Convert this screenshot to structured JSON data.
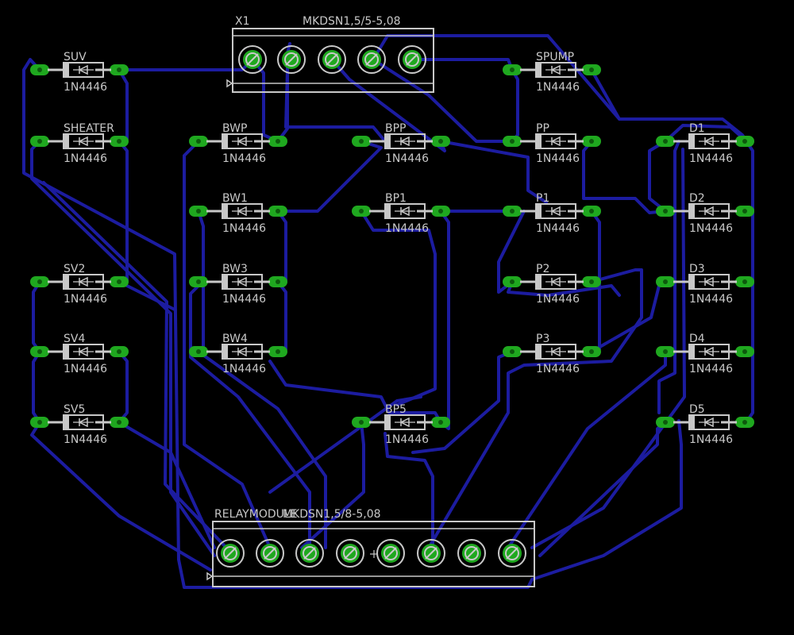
{
  "colors": {
    "background": "#000000",
    "trace": "#1c1ca0",
    "pad": "#1fa81f",
    "silk": "#c8c8c8"
  },
  "connectors": {
    "x1": {
      "name": "X1",
      "part": "MKDSN1,5/5-5,08"
    },
    "relay": {
      "name": "RELAYMODULE",
      "part": "MKDSN1,5/8-5,08"
    }
  },
  "diodes": [
    {
      "id": "suv",
      "name": "SUV",
      "part": "1N4446"
    },
    {
      "id": "sheater",
      "name": "SHEATER",
      "part": "1N4446"
    },
    {
      "id": "sv2",
      "name": "SV2",
      "part": "1N4446"
    },
    {
      "id": "sv4",
      "name": "SV4",
      "part": "1N4446"
    },
    {
      "id": "sv5",
      "name": "SV5",
      "part": "1N4446"
    },
    {
      "id": "bwp",
      "name": "BWP",
      "part": "1N4446"
    },
    {
      "id": "bw1",
      "name": "BW1",
      "part": "1N4446"
    },
    {
      "id": "bw3",
      "name": "BW3",
      "part": "1N4446"
    },
    {
      "id": "bw4",
      "name": "BW4",
      "part": "1N4446"
    },
    {
      "id": "bpp",
      "name": "BPP",
      "part": "1N4446"
    },
    {
      "id": "bp1",
      "name": "BP1",
      "part": "1N4446"
    },
    {
      "id": "bp5",
      "name": "BP5",
      "part": "1N4446"
    },
    {
      "id": "spump",
      "name": "SPUMP",
      "part": "1N4446"
    },
    {
      "id": "pp",
      "name": "PP",
      "part": "1N4446"
    },
    {
      "id": "p1",
      "name": "P1",
      "part": "1N4446"
    },
    {
      "id": "p2",
      "name": "P2",
      "part": "1N4446"
    },
    {
      "id": "p3",
      "name": "P3",
      "part": "1N4446"
    },
    {
      "id": "d1",
      "name": "D1",
      "part": "1N4446"
    },
    {
      "id": "d2",
      "name": "D2",
      "part": "1N4446"
    },
    {
      "id": "d3",
      "name": "D3",
      "part": "1N4446"
    },
    {
      "id": "d4",
      "name": "D4",
      "part": "1N4446"
    },
    {
      "id": "d5",
      "name": "D5",
      "part": "1N4446"
    }
  ]
}
